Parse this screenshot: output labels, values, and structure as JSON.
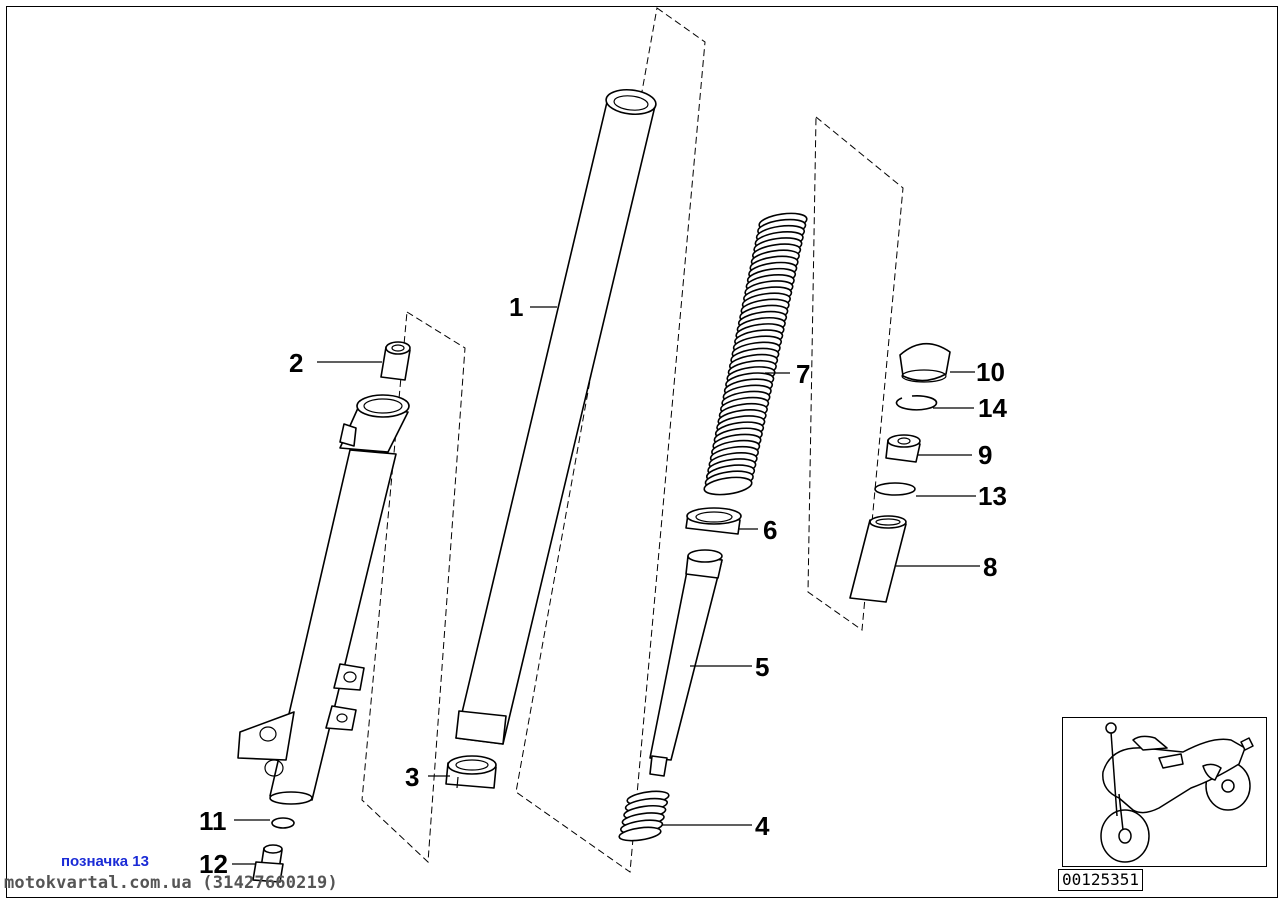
{
  "diagram": {
    "callouts": [
      {
        "id": "1",
        "label": "1"
      },
      {
        "id": "2",
        "label": "2"
      },
      {
        "id": "3",
        "label": "3"
      },
      {
        "id": "4",
        "label": "4"
      },
      {
        "id": "5",
        "label": "5"
      },
      {
        "id": "6",
        "label": "6"
      },
      {
        "id": "7",
        "label": "7"
      },
      {
        "id": "8",
        "label": "8"
      },
      {
        "id": "9",
        "label": "9"
      },
      {
        "id": "10",
        "label": "10"
      },
      {
        "id": "11",
        "label": "11"
      },
      {
        "id": "12",
        "label": "12"
      },
      {
        "id": "13",
        "label": "13"
      },
      {
        "id": "14",
        "label": "14"
      }
    ],
    "reference_code": "00125351"
  },
  "footer": {
    "label_note": "позначка 13",
    "watermark": "motokvartal.com.ua (31427660219)"
  },
  "colors": {
    "line": "#000000",
    "background": "#ffffff",
    "label_note": "#1a2bd6",
    "watermark": "#555555"
  }
}
